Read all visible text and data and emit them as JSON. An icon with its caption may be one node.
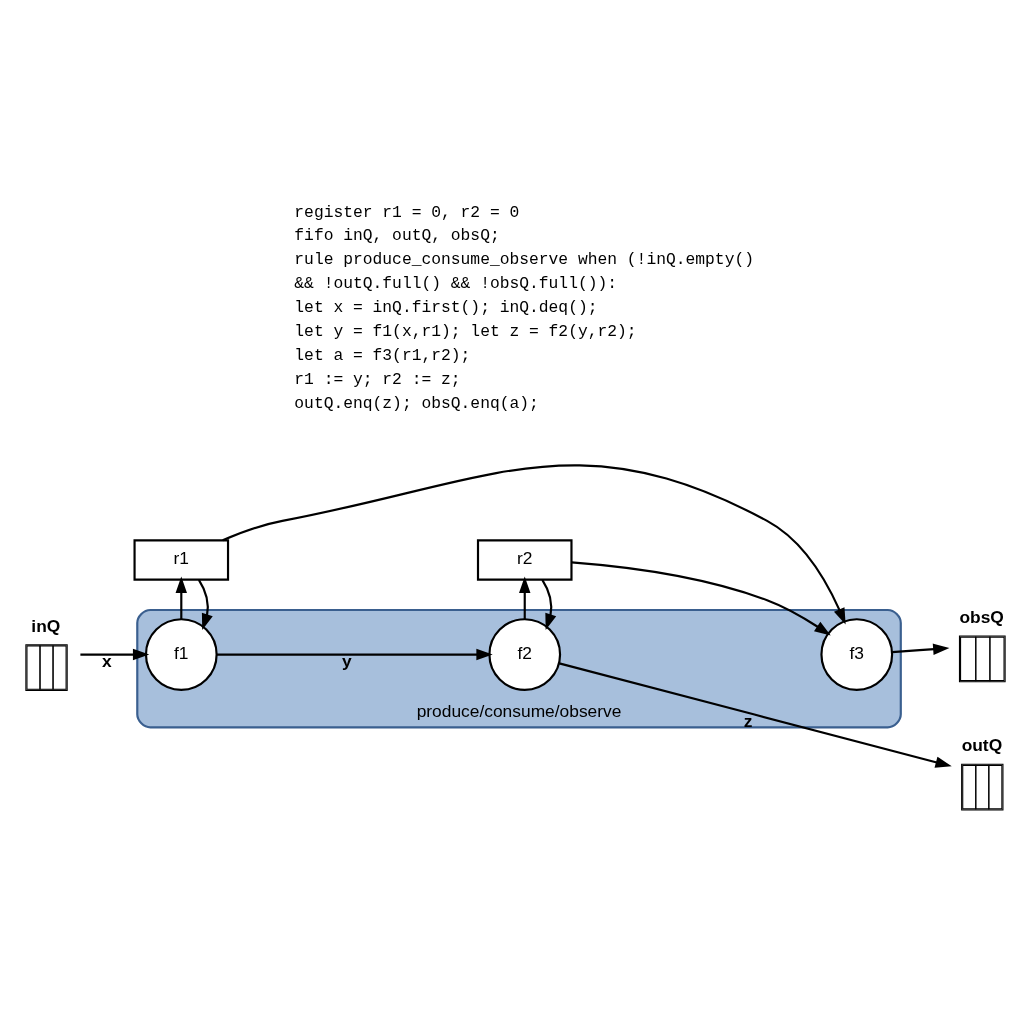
{
  "diagram": {
    "nodes": [
      {
        "text": [
          "produce/consume/observe"
        ]
      },
      {
        "text": [
          "r1"
        ]
      },
      {
        "text": [
          "r2"
        ]
      },
      {
        "text": [
          "inQ"
        ]
      },
      {
        "text": [
          "f1"
        ],
        "in": 0
      },
      {
        "text": [
          "f2"
        ],
        "in": 0
      },
      {
        "text": [
          "f3"
        ],
        "in": 0
      },
      {
        "text": [
          "obsQ"
        ]
      },
      {
        "text": [
          "outQ"
        ]
      }
    ],
    "edges": [
      {
        "from": 3,
        "to": 4,
        "arrow": "to",
        "label": "x"
      },
      {
        "from": 4,
        "to": 5,
        "arrow": "to",
        "label": "y"
      },
      {
        "from": 4,
        "to": 1,
        "arrow": "to"
      },
      {
        "from": 1,
        "to": 4,
        "arrow": "to"
      },
      {
        "from": 1,
        "to": 6,
        "arrow": "to"
      },
      {
        "from": 2,
        "to": 5,
        "arrow": "to"
      },
      {
        "from": 2,
        "to": 6,
        "arrow": "to"
      },
      {
        "from": 5,
        "to": 8,
        "arrow": "to",
        "label": "z"
      },
      {
        "from": 5,
        "to": 2,
        "arrow": "to"
      },
      {
        "from": 6,
        "to": 7,
        "arrow": "to"
      }
    ],
    "labels": [
      "register r1 = 0, r2 = 0",
      "fifo inQ, outQ, obsQ;",
      "rule produce_consume_observe when (!inQ.empty()",
      "&& !outQ.full() && !obsQ.full()):",
      "let x = inQ.first(); inQ.deq();",
      "let y = f1(x,r1); let z = f2(y,r2);",
      "let a = f3(r1,r2);",
      "r1 := y; r2 := z;",
      "outQ.enq(z); obsQ.enq(a);"
    ]
  }
}
